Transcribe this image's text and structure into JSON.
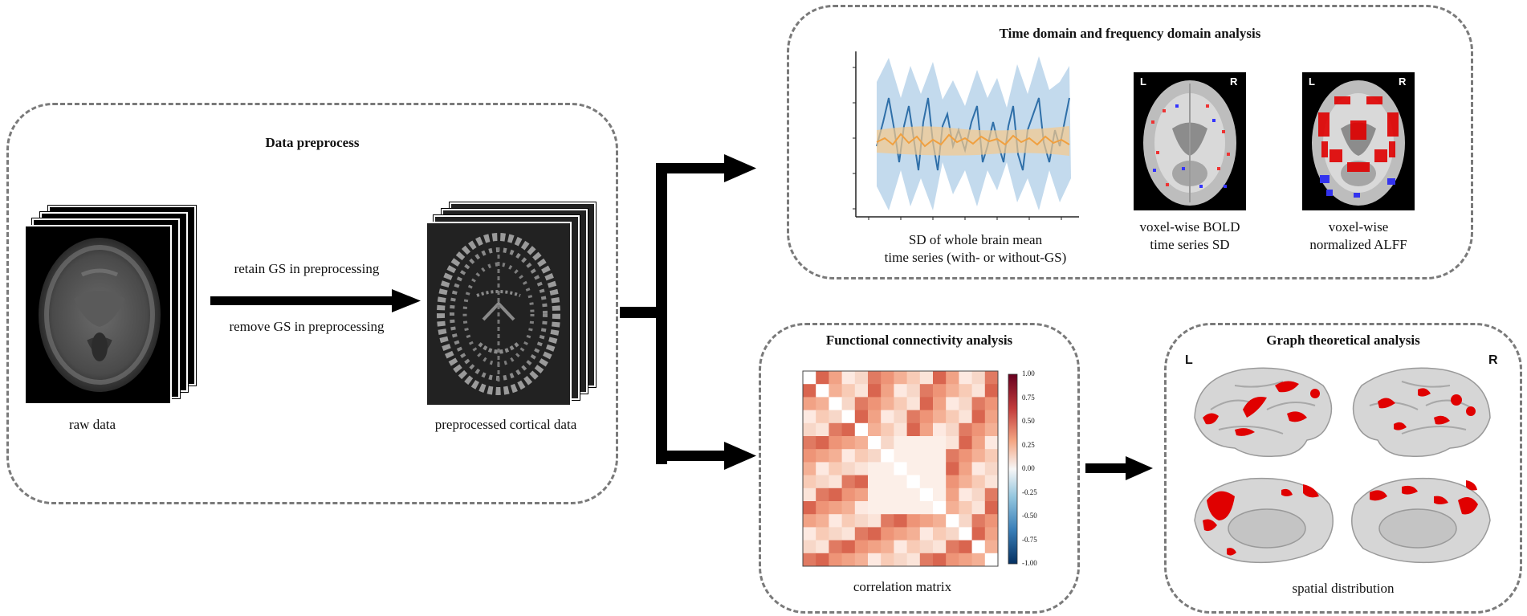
{
  "preprocess": {
    "title": "Data preprocess",
    "raw_caption": "raw data",
    "arrow_top_label": "retain GS in preprocessing",
    "arrow_bottom_label": "remove GS in preprocessing",
    "preprocessed_caption": "preprocessed cortical data"
  },
  "time_freq": {
    "title": "Time domain and frequency domain analysis",
    "sd_caption_line1": "SD of whole brain mean",
    "sd_caption_line2": "time series (with- or without-GS)",
    "bold_caption_line1": "voxel-wise BOLD",
    "bold_caption_line2": "time series SD",
    "alff_caption_line1": "voxel-wise",
    "alff_caption_line2": "normalized ALFF",
    "left_marker": "L",
    "right_marker": "R"
  },
  "fc": {
    "title": "Functional connectivity analysis",
    "caption": "correlation matrix",
    "colorbar_ticks": [
      "1.00",
      "0.75",
      "0.50",
      "0.25",
      "0.00",
      "-0.25",
      "-0.50",
      "-0.75",
      "-1.00"
    ]
  },
  "graph": {
    "title": "Graph theoretical analysis",
    "caption": "spatial distribution",
    "left_marker": "L",
    "right_marker": "R"
  },
  "colors": {
    "box_border": "#7a7a7a",
    "arrow": "#000000",
    "series_blue": "#2f6fa8",
    "series_orange": "#f0a040",
    "band_blue": "#b8d3ea",
    "highlight_red": "#e00000"
  },
  "chart_data": {
    "type": "heatmap",
    "note_rows": 15,
    "colorbar_range": [
      -1.0,
      1.0
    ]
  }
}
